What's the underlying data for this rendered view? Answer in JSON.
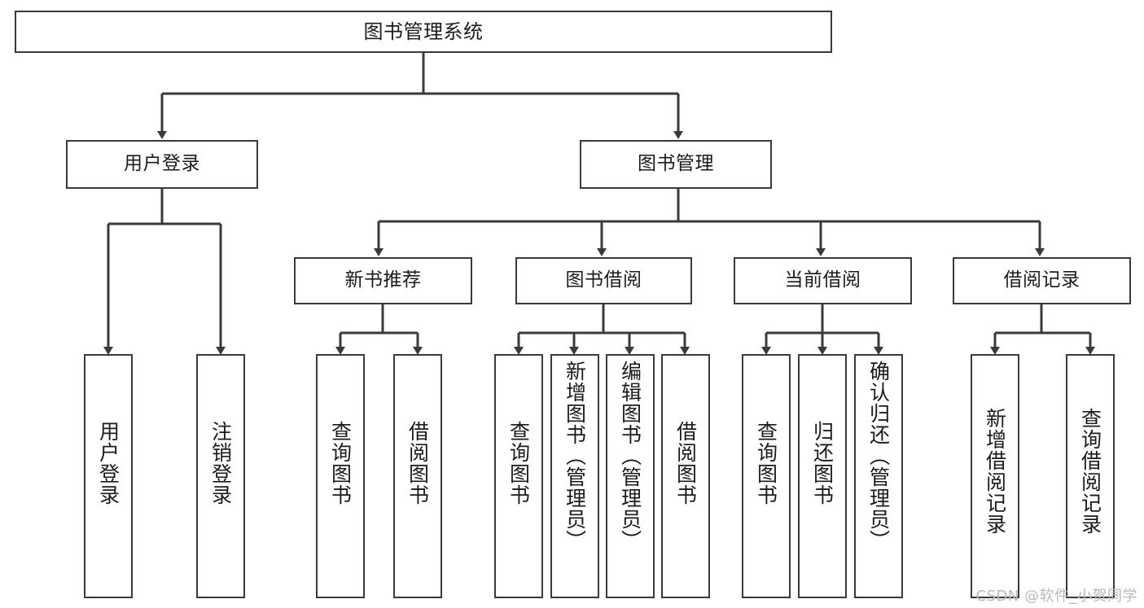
{
  "diagram": {
    "title": "图书管理系统",
    "type": "tree-hierarchy-diagram",
    "orientation": "top-down",
    "colors": {
      "box_border": "#3a3a3a",
      "box_fill": "#ffffff",
      "edge": "#3a3a3a",
      "text": "#1b1b1b",
      "watermark": "#b9b9b9",
      "background": "#ffffff"
    }
  },
  "watermark": {
    "text": "CSDN @软件_小贺同学"
  },
  "nodes": {
    "root": {
      "label": "图书管理系统"
    },
    "level2": [
      {
        "id": "user-login",
        "label": "用户登录"
      },
      {
        "id": "book-manage",
        "label": "图书管理"
      }
    ],
    "level3": [
      {
        "id": "new-book-recommend",
        "label": "新书推荐"
      },
      {
        "id": "book-borrow",
        "label": "图书借阅"
      },
      {
        "id": "current-borrow",
        "label": "当前借阅"
      },
      {
        "id": "borrow-record",
        "label": "借阅记录"
      }
    ],
    "leaves": {
      "user-login": [
        {
          "id": "leaf-user-login",
          "label": "用户登录"
        },
        {
          "id": "leaf-logout-login",
          "label": "注销登录"
        }
      ],
      "new-book-recommend": [
        {
          "id": "leaf-query-book-1",
          "label": "查询图书"
        },
        {
          "id": "leaf-borrow-book-1",
          "label": "借阅图书"
        }
      ],
      "book-borrow": [
        {
          "id": "leaf-query-book-2",
          "label": "查询图书"
        },
        {
          "id": "leaf-add-book",
          "label": "新增图书（管理员）"
        },
        {
          "id": "leaf-edit-book",
          "label": "编辑图书（管理员）"
        },
        {
          "id": "leaf-borrow-book-2",
          "label": "借阅图书"
        }
      ],
      "current-borrow": [
        {
          "id": "leaf-query-book-3",
          "label": "查询图书"
        },
        {
          "id": "leaf-return-book",
          "label": "归还图书"
        },
        {
          "id": "leaf-confirm-return",
          "label": "确认归还（管理员）"
        }
      ],
      "borrow-record": [
        {
          "id": "leaf-add-record",
          "label": "新增借阅记录"
        },
        {
          "id": "leaf-query-record",
          "label": "查询借阅记录"
        }
      ]
    }
  }
}
